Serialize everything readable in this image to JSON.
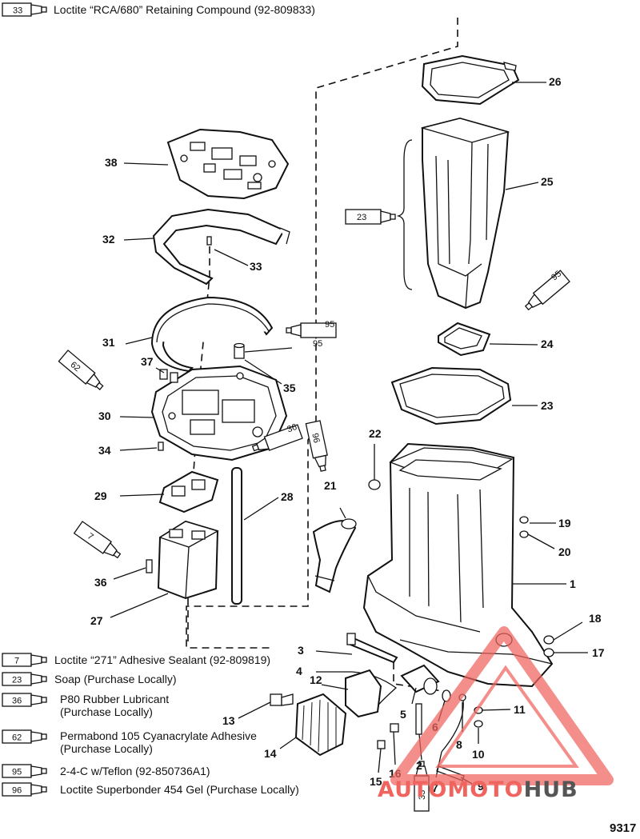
{
  "figure_number": "9317",
  "watermark": {
    "text_colored": "AUTOMOTO",
    "text_dark": "HUB",
    "colored_color": "#f0645f",
    "dark_color": "#555555"
  },
  "legend_top": {
    "code": "33",
    "description": "Loctite “RCA/680” Retaining Compound (92-809833)"
  },
  "legend": [
    {
      "code": "7",
      "lines": [
        "Loctite “271” Adhesive Sealant (92-809819)"
      ]
    },
    {
      "code": "23",
      "lines": [
        "Soap (Purchase Locally)"
      ]
    },
    {
      "code": "36",
      "lines": [
        "P80 Rubber Lubricant",
        "(Purchase Locally)"
      ]
    },
    {
      "code": "62",
      "lines": [
        "Permabond 105 Cyanacrylate Adhesive",
        "(Purchase Locally)"
      ]
    },
    {
      "code": "95",
      "lines": [
        "2-4-C w/Teflon (92-850736A1)"
      ]
    },
    {
      "code": "96",
      "lines": [
        "Loctite Superbonder 454 Gel (Purchase Locally)"
      ]
    }
  ],
  "tubes": [
    {
      "code": "23"
    },
    {
      "code": "95"
    },
    {
      "code": "95"
    },
    {
      "code": "62"
    },
    {
      "code": "36"
    },
    {
      "code": "96"
    },
    {
      "code": "7"
    },
    {
      "code": "33"
    }
  ],
  "callouts": [
    "26",
    "25",
    "38",
    "32",
    "33",
    "24",
    "31",
    "37",
    "95",
    "35",
    "30",
    "23",
    "34",
    "22",
    "29",
    "28",
    "21",
    "19",
    "20",
    "36",
    "1",
    "27",
    "3",
    "18",
    "4",
    "17",
    "12",
    "5",
    "11",
    "13",
    "6",
    "8",
    "10",
    "14",
    "2",
    "15",
    "16",
    "7",
    "9"
  ]
}
